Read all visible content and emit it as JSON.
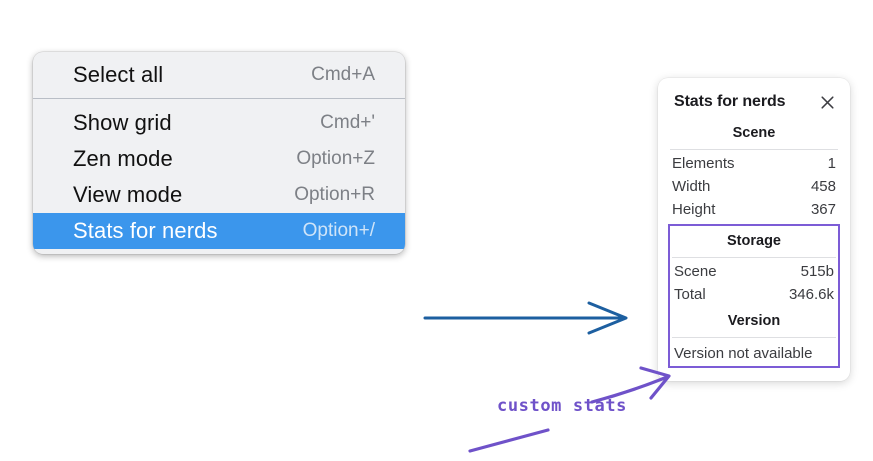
{
  "context_menu": {
    "name": "canvas-context-menu",
    "groups": [
      {
        "items": [
          {
            "label": "Select all",
            "shortcut": "Cmd+A",
            "selected": false
          }
        ]
      },
      {
        "items": [
          {
            "label": "Show grid",
            "shortcut": "Cmd+'",
            "selected": false
          },
          {
            "label": "Zen mode",
            "shortcut": "Option+Z",
            "selected": false
          },
          {
            "label": "View mode",
            "shortcut": "Option+R",
            "selected": false
          },
          {
            "label": "Stats for nerds",
            "shortcut": "Option+/",
            "selected": true
          }
        ]
      }
    ],
    "selected_color": "#3b96ec"
  },
  "stats_panel": {
    "title": "Stats for nerds",
    "close_icon": "close-icon",
    "sections": [
      {
        "heading": "Scene",
        "rows": [
          {
            "key": "Elements",
            "value": "1"
          },
          {
            "key": "Width",
            "value": "458"
          },
          {
            "key": "Height",
            "value": "367"
          }
        ]
      },
      {
        "heading": "Storage",
        "rows": [
          {
            "key": "Scene",
            "value": "515b"
          },
          {
            "key": "Total",
            "value": "346.6k"
          }
        ]
      },
      {
        "heading": "Version",
        "full_row": "Version not available"
      }
    ]
  },
  "annotations": {
    "handwriting_label": "custom stats",
    "handwriting_color": "#6f52c9",
    "flow_arrow_color": "#1d5fa0"
  }
}
